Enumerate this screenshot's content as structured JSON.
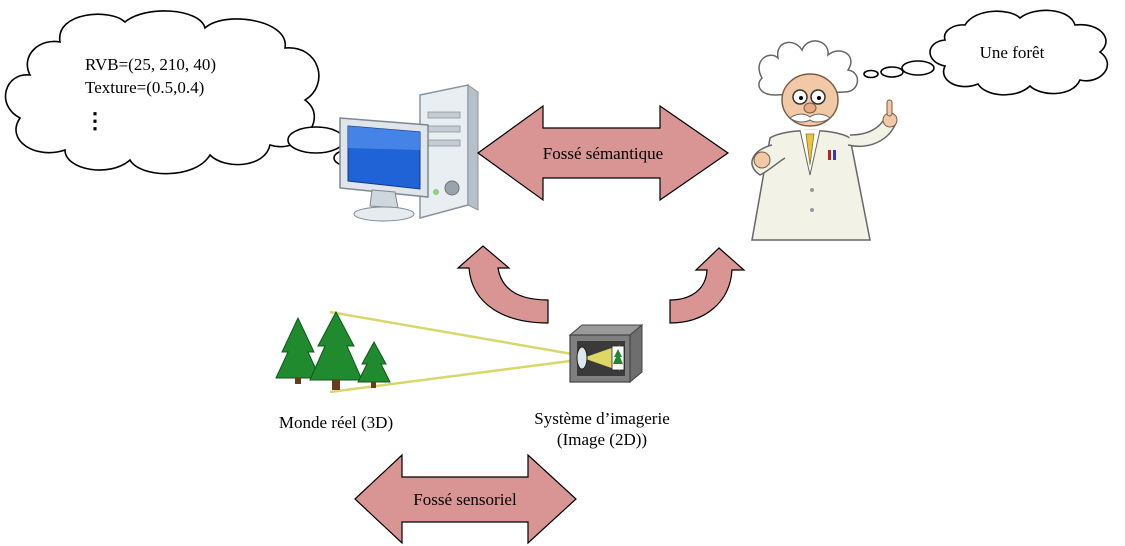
{
  "computer_thought": {
    "line1": "RVB=(25, 210, 40)",
    "line2": "Texture=(0.5,0.4)",
    "ellipsis": "⋮"
  },
  "human_thought": {
    "text": "Une forêt"
  },
  "semantic_gap": {
    "label": "Fossé sémantique"
  },
  "sensory_gap": {
    "label": "Fossé sensoriel"
  },
  "real_world": {
    "label": "Monde réel (3D)"
  },
  "imaging_system": {
    "line1": "Système d’imagerie",
    "line2": "(Image (2D))"
  },
  "colors": {
    "arrow_fill": "#d99594",
    "arrow_stroke": "#000000",
    "tree_green": "#1f8a2e",
    "beam_yellow": "#d8d86a",
    "screen_blue": "#1f63d6"
  }
}
